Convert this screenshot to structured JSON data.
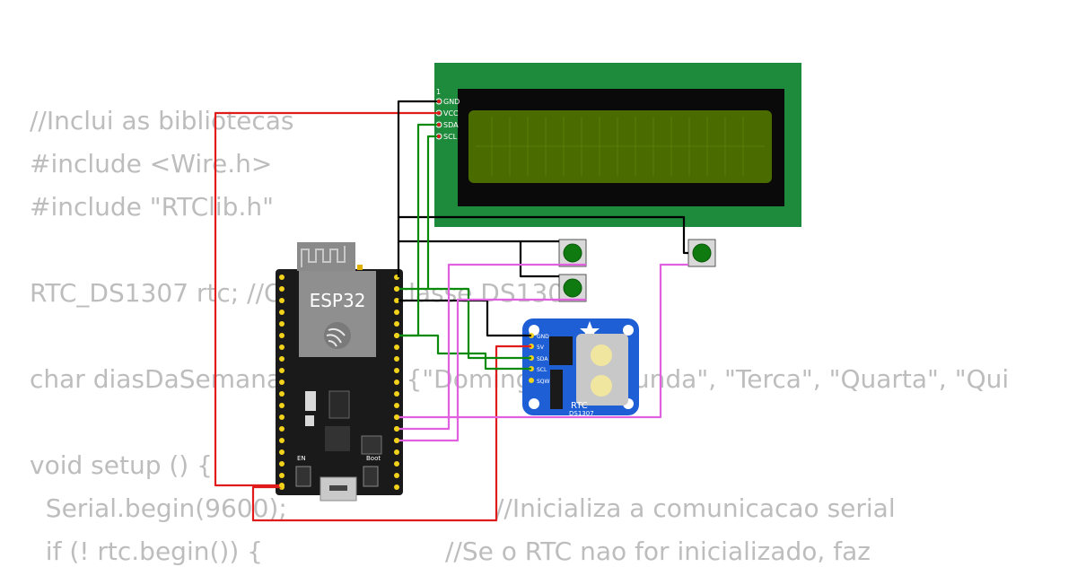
{
  "code": {
    "lines": [
      "//Inclui as bibliotecas",
      "#include <Wire.h>",
      "#include \"RTClib.h\"",
      "",
      "RTC_DS1307 rtc; //Objeto da classe DS1307",
      "",
      "char diasDaSemana[7][12] = {\"Domingo\", \"Segunda\", \"Terca\", \"Quarta\", \"Qui",
      "",
      "void setup () {",
      "  Serial.begin(9600);",
      "  if (! rtc.begin()) {"
    ],
    "comments": [
      "//Inicializa a comunicacao serial",
      "//Se o RTC nao for inicializado, faz"
    ]
  },
  "lcd": {
    "pin1": "1",
    "pins": [
      "GND",
      "VCC",
      "SDA",
      "SCL"
    ]
  },
  "esp32": {
    "label": "ESP32",
    "en_label": "EN",
    "boot_label": "Boot"
  },
  "rtc": {
    "label": "RTC",
    "model": "DS1307",
    "pins": [
      "GND",
      "5V",
      "SDA",
      "SCL",
      "SQW"
    ]
  },
  "colors": {
    "lcd_board": "#1e8a3c",
    "lcd_screen": "#4a6b00",
    "esp_board": "#1a1a1a",
    "rtc_board": "#1f5fd6",
    "wire_red": "#e01b1b",
    "wire_black": "#000000",
    "wire_green": "#0a8a0a",
    "wire_pink": "#e060e0",
    "button_cap": "#0f7a0f"
  }
}
